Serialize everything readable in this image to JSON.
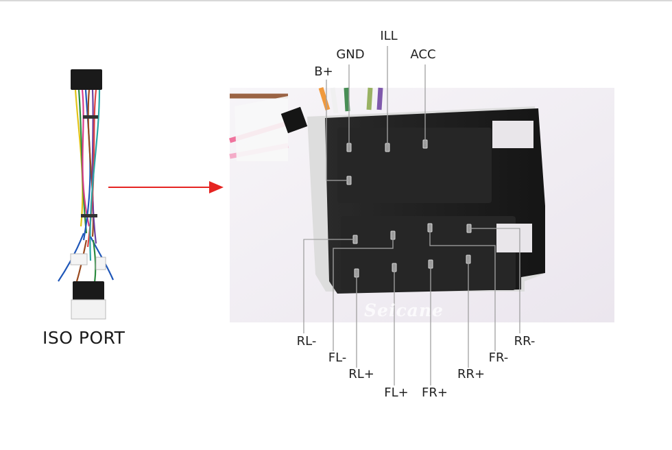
{
  "left_caption": "ISO PORT",
  "watermark": "Seicane",
  "colors": {
    "arrow": "#e52421",
    "leader_line": "#333333",
    "connector_body": "#1e1e1e",
    "photo_background": "#f1eef4"
  },
  "pins_top_row": [
    {
      "label": "B+"
    },
    {
      "label": "GND"
    },
    {
      "label": "ILL"
    },
    {
      "label": "ACC"
    }
  ],
  "pins_bottom_row": [
    {
      "label": "RL-"
    },
    {
      "label": "FL-"
    },
    {
      "label": "RL+"
    },
    {
      "label": "FL+"
    },
    {
      "label": "FR+"
    },
    {
      "label": "RR+"
    },
    {
      "label": "FR-"
    },
    {
      "label": "RR-"
    }
  ]
}
